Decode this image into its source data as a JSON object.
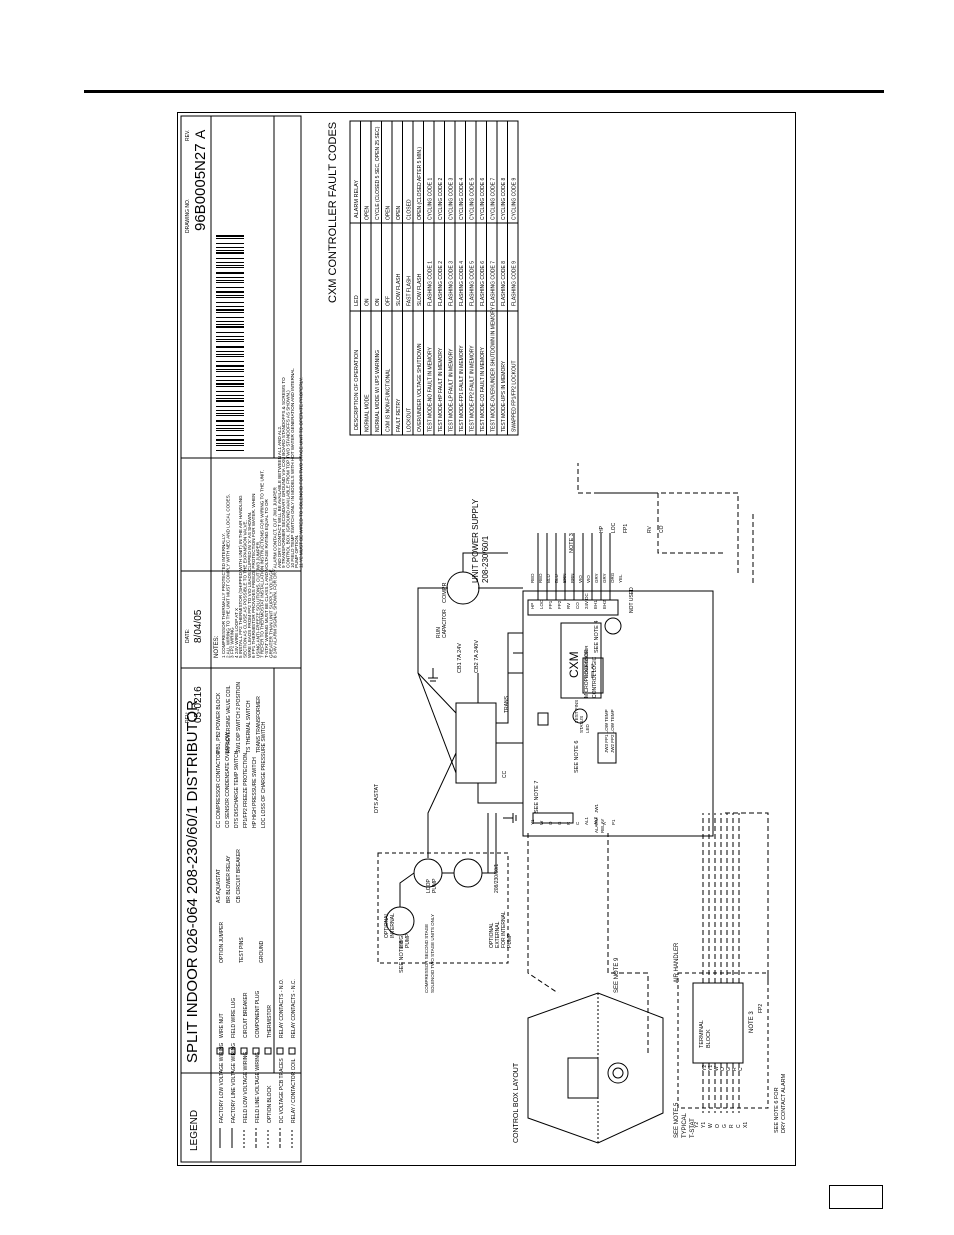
{
  "title_block": {
    "title": "SPLIT INDOOR 026-064 208-230/60/1 DISTRIBUTOR",
    "drawing_no_label": "DRAWING NO.",
    "drawing_no": "96B0005N27",
    "rev_label": "REV.",
    "rev": "A",
    "revision_label": "REV:",
    "revision": "05-0216",
    "date_label": "DATE:",
    "date": "8/04/05",
    "legend_label": "LEGEND"
  },
  "legend": {
    "lines": [
      "FACTORY LOW VOLTAGE WIRING",
      "FACTORY LINE VOLTAGE WIRING",
      "FIELD LOW VOLTAGE WIRING",
      "FIELD LINE VOLTAGE WIRING",
      "OPTION BLOCK",
      "DC VOLTAGE PCB TRACES",
      "RELAY / CONTACTOR COIL"
    ],
    "symbols": [
      "WIRE NUT",
      "FIELD WIRE LUG",
      "CIRCUIT BREAKER",
      "COMPONENT PLUG",
      "THERMISTOR",
      "RELAY CONTACTS - N.O.",
      "RELAY CONTACTS - N.C."
    ],
    "options": [
      "OPTION JUMPER",
      "TEST PINS",
      "GROUND"
    ],
    "abbrev_1": [
      "AS    AQUASTAT",
      "BR    BLOWER RELAY",
      "CB    CIRCUIT BREAKER"
    ],
    "abbrev_2": [
      "CC    COMPRESSOR CONTACTOR",
      "CO    SENSOR CONDENSATE OVERFLOW",
      "DTS   DISCHARGE TEMP SWITCH",
      "FP1/FP2  FREEZE PROTECTION",
      "HP    HIGH PRESSURE SWITCH",
      "LOC   LOSS OF CHARGE PRESSURE SWITCH"
    ],
    "abbrev_3": [
      "PB1, PB2   POWER BLOCK",
      "RV    REVERSING VALVE COIL",
      "SW1   DIP SWITCH 2 POSITION",
      "TS    THERMAL SWITCH",
      "TRANS TRANSFORMER"
    ]
  },
  "notes": {
    "header": "NOTES:",
    "items": [
      "1  COMPRESSOR THERMALLY PROTECTED INTERNALLY.",
      "2  ALL WIRING TO THE UNIT MUST COMPLY WITH NEC AND LOCAL CODES.",
      "3  FP2 WIRING",
      "4  24V WIRE LOOP AT X",
      "5  INSTALL FP2 THERMISTOR (SHIPPED WITH UNIT) IN THE AIR HANDLING",
      "   SECTION AS CLOSE AS POSSIBLE TO THE EXPANSION VALVE.",
      "   WIRE LEADS FROM FP2 TO VIO LEADS CLIPPED IN 'X' AS SHOWN.",
      "6  FP1 THERMISTOR PROVIDES FREEZE PROTECTION FOR WATER. WHEN",
      "   USING ANTI-FREEZE SOLUTIONS, CUT JW3 JUMPER.",
      "7  REFER TO THERMOSTAT INSTALLATION INSTRUCTIONS FOR WIRING TO THE UNIT.",
      "   T-STAT WIRING MUST BE CLASS 1 AND VOLTAGE RATING EQUAL TO OR",
      "   GREATER THAN UNIT SUPPLY VOLTAGE.",
      "8  24V ALARM SIGNAL SHOWN. FOR DRY ALARM CONTACT, CUT JW1 JUMPER",
      "   AND DRY CONTACT WILL BE AVAILABLE BETWEEN AL1 AND AL2.",
      "9  TRANSFORMER SECONDARY GROUND VIA CXM BOARD STANDOFFS & SCREWS TO",
      "   CONTROL BOX. (GROUND AVAILABLE FROM TOP TWO STANDOFFS AS SHOWN.)",
      "10 FIELD TEMP SWITCH ONLY IN MODELS WITH HOT WATER GENERATION AND INTERNAL",
      "   PUMP OPTION.",
      "11 Y2 MUST BE WIRED TO SOLENOID FOR TWO STAGE UNIT TO OPERATE PROPERLY."
    ]
  },
  "fault_table": {
    "title": "CXM CONTROLLER FAULT CODES",
    "headers": [
      "DESCRIPTION OF OPERATION",
      "LED",
      "ALARM RELAY"
    ],
    "rows": [
      [
        "NORMAL MODE",
        "ON",
        "OPEN"
      ],
      [
        "NORMAL MODE W/ UPS WARNING",
        "ON",
        "CYCLE (CLOSED 5 SEC, OPEN 25 SEC)"
      ],
      [
        "CXM IS NON-FUNCTIONAL",
        "OFF",
        "OPEN"
      ],
      [
        "FAULT RETRY",
        "SLOW FLASH",
        "OPEN"
      ],
      [
        "LOCKOUT",
        "FAST FLASH",
        "CLOSED"
      ],
      [
        "OVER/UNDER VOLTAGE SHUTDOWN",
        "SLOW FLASH",
        "OPEN (CLOSED AFTER 5 MIN.)"
      ],
      [
        "TEST MODE-NO FAULT IN MEMORY",
        "FLASHING CODE 1",
        "CYCLING CODE 1"
      ],
      [
        "TEST MODE-HP FAULT IN MEMORY",
        "FLASHING CODE 2",
        "CYCLING CODE 2"
      ],
      [
        "TEST MODE-LP FAULT IN MEMORY",
        "FLASHING CODE 3",
        "CYCLING CODE 3"
      ],
      [
        "TEST MODE-FP1 FAULT IN MEMORY",
        "FLASHING CODE 4",
        "CYCLING CODE 4"
      ],
      [
        "TEST MODE-FP2 FAULT IN MEMORY",
        "FLASHING CODE 5",
        "CYCLING CODE 5"
      ],
      [
        "TEST MODE-CO FAULT IN MEMORY",
        "FLASHING CODE 6",
        "CYCLING CODE 6"
      ],
      [
        "TEST MODE-OVER/UNDER SHUTDOWN IN MEMORY",
        "FLASHING CODE 7",
        "CYCLING CODE 7"
      ],
      [
        "TEST MODE-UPS IN MEMORY",
        "FLASHING CODE 8",
        "CYCLING CODE 8"
      ],
      [
        "SWAPPED FP1/FP2 LOCKOUT",
        "FLASHING CODE 9",
        "CYCLING CODE 9"
      ]
    ]
  },
  "schematic": {
    "power_supply_1": "UNIT POWER SUPPLY",
    "power_supply_2": "208-230/60/1",
    "compressor": "COMPR",
    "run_capacitor_1": "RUN",
    "run_capacitor_2": "CAPACITOR",
    "cb_1": "CB1 7A 24V",
    "cb_2": "CB2 7A 240V",
    "transformer": "TRANS",
    "cc": "CC",
    "hwg_pump_1": "HWG",
    "hwg_pump_2": "PUMP",
    "loop_pump_1": "LOOP",
    "loop_pump_2": "PUMP",
    "optional_internal_1": "OPTIONAL",
    "optional_internal_2": "INTERNAL",
    "optional_ext_1": "OPTIONAL",
    "optional_ext_2": "EXTERNAL",
    "optional_ext_3": "FOR INTERNAL",
    "optional_ext_4": "PUMP",
    "voltage_208": "208/230/60/1",
    "dts_astat": "DTS ASTAT",
    "see_note_8": "SEE NOTE 8",
    "see_note_4": "SEE NOTE 4",
    "see_note_6": "SEE NOTE 6",
    "see_note_7": "SEE NOTE 7",
    "see_note_3": "NOTE 3",
    "compressor_relay_1": "COMPRESSOR",
    "compressor_relay_2": "RELAY",
    "test_pins": "TEST PINS",
    "status_led_1": "STATUS",
    "status_led_2": "LED",
    "cxm": "CXM",
    "cxm_sub_1": "MICROPROCESSOR",
    "cxm_sub_2": "CONTROL LOGIC",
    "jw3_label": "JW3 FP1 LOW TEMP",
    "jw2_label": "JW2 FP2 LOW TEMP",
    "alarm_relay_1": "ALARM",
    "alarm_relay_2": "RELAY",
    "jw1": "JW1",
    "solenoid_1": "COMPRESSOR SECOND STAGE",
    "solenoid_2": "SOLENOID TWO STAGE UNITS ONLY",
    "see_note_9": "SEE NOTE 9",
    "air_handler": "AIR HANDLER",
    "terminal_block_1": "TERMINAL",
    "terminal_block_2": "BLOCK",
    "note3": "NOTE 3",
    "fp2": "FP2",
    "tstat_1": "SEE NOTE 5",
    "tstat_2": "TYPICAL",
    "tstat_3": "T-STAT",
    "see_note_6_for_1": "SEE NOTE 6 FOR",
    "see_note_6_for_2": "DRY CONTACT ALARM",
    "control_box": "CONTROL BOX LAYOUT",
    "hp": "HP",
    "loc": "LOC",
    "fp1": "FP1",
    "rv": "RV",
    "co": "CO",
    "not_used_1": "NOT USED",
    "tstat_terms": [
      "Y2",
      "Y1",
      "W",
      "O",
      "G",
      "R",
      "C",
      "X1"
    ],
    "tb_terms": [
      "Y2",
      "Y1",
      "W",
      "O",
      "G",
      "R",
      "C"
    ],
    "cxm_terms": [
      "Y1",
      "W",
      "O",
      "G",
      "R",
      "C",
      "AL1",
      "AL2",
      "A",
      "P1"
    ],
    "right_terms": [
      "HP",
      "LOC",
      "FP1",
      "FP2",
      "RV",
      "CO",
      "24V DC",
      "EH1",
      "EH2"
    ],
    "wire_colors": [
      "RED",
      "RED",
      "BLU",
      "BLU",
      "BRN",
      "BRN",
      "VIO",
      "VIO",
      "GRY",
      "GRY",
      "ORG",
      "YEL"
    ]
  },
  "page_number": ""
}
